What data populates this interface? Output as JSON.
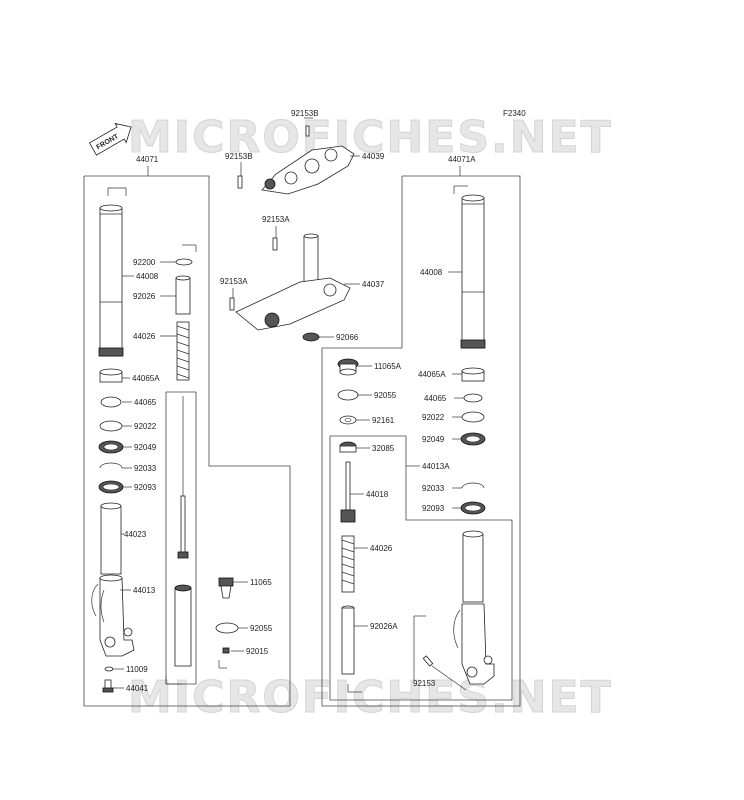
{
  "figure_code": "F2340",
  "watermark": "MICROFICHES.NET",
  "front_arrow": "FRONT",
  "labels": {
    "l44071": "44071",
    "l44071A": "44071A",
    "l92153B_top": "92153B",
    "l92153B": "92153B",
    "l44039": "44039",
    "l92153A_upper": "92153A",
    "l92153A_lower": "92153A",
    "l44037": "44037",
    "l92066": "92066",
    "l92200": "92200",
    "l44008_left": "44008",
    "l92026": "92026",
    "l44026_left": "44026",
    "l44065A_left": "44065A",
    "l44065_left": "44065",
    "l92022_left": "92022",
    "l92049_left": "92049",
    "l92033_left": "92033",
    "l92093_left": "92093",
    "l44023": "44023",
    "l44013": "44013",
    "l11009": "11009",
    "l44041": "44041",
    "l11065": "11065",
    "l92055_left": "92055",
    "l92015": "92015",
    "l44008_right": "44008",
    "l11065A": "11065A",
    "l92055_right": "92055",
    "l92161": "92161",
    "l32085": "32085",
    "l44018": "44018",
    "l44026_right": "44026",
    "l92026A": "92026A",
    "l92153": "92153",
    "l44065A_right": "44065A",
    "l44065_right": "44065",
    "l92022_right": "92022",
    "l92049_right": "92049",
    "l44013A": "44013A",
    "l92033_right": "92033",
    "l92093_right": "92093"
  }
}
